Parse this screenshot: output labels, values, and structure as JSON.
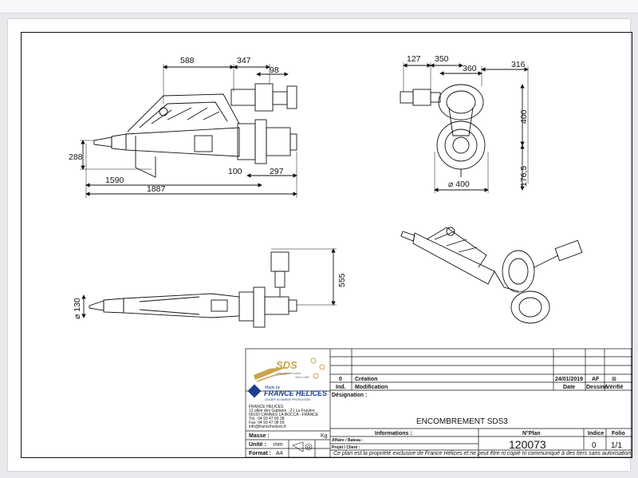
{
  "dimensions": {
    "top_view": {
      "d588": "588",
      "d347": "347",
      "d98": "98",
      "d288": "288",
      "d100": "100",
      "d297": "297",
      "d1590": "1590",
      "d1887": "1887"
    },
    "end_view": {
      "d127": "127",
      "d350": "350",
      "d360": "360",
      "d316": "316",
      "d400": "400",
      "d176_5": "176,5",
      "dia400": "⌀ 400"
    },
    "side_view": {
      "dia130": "⌀ 130",
      "d555": "555"
    }
  },
  "title_block": {
    "logo_text": "SDS",
    "logo_tagline": "outboard stern drive",
    "logo_since": "Since 1988",
    "made_by": "Made by",
    "company_brand": "FRANCE HELICES",
    "company_slogan": "LEADER IN MARINE PROPULSION",
    "company_address": [
      "FRANCE HELICES",
      "12 allée des Gabians - Z.I La Frayère",
      "06150 CANNES LA BOCCA - FRANCE",
      "Tél.: 04 93 47 69 38",
      "Fax: 04 93 47 08 59",
      "info@francehelices.fr"
    ],
    "rev_row": {
      "index": "0",
      "description": "Création",
      "date": "24/01/2019",
      "drawn_by": "AF",
      "checked": "⊠"
    },
    "header_row": {
      "index": "Ind.",
      "description": "Modification",
      "date": "Date",
      "drawn_by": "Dessiné",
      "checked": "Vérifié"
    },
    "designation_label": "Désignation :",
    "designation": "ENCOMBREMENT SDS3",
    "informations_label": "Informations :",
    "affaire_label": "Affaire / Bateau :",
    "projet_label": "Projet / Client :",
    "plan_no_label": "N°Plan",
    "plan_no": "120073",
    "indice_label": "Indice",
    "indice": "0",
    "folio_label": "Folio",
    "folio": "1/1",
    "masse_label": "Masse :",
    "masse_unit": "Kg",
    "unite_label": "Unité :",
    "unite": "mm",
    "format_label": "Format :",
    "format": "A4",
    "footer_note": "Ce plan est la propriété exclusive de France Hélices et ne peut être ni copié ni communiqué à des tiers sans autorisation."
  }
}
